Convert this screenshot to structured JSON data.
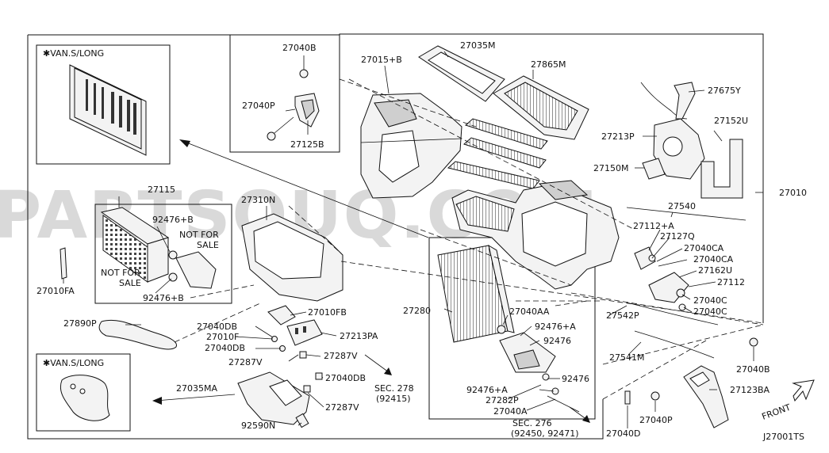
{
  "diagram": {
    "watermark": "PARTSOUQ.COM",
    "figure_code": "J27001TS",
    "front_label": "FRONT",
    "variant_labels": {
      "top": "✱VAN.S/LONG",
      "bottom": "✱VAN.S/LONG"
    },
    "notes": {
      "not_for_sale_1": [
        "NOT FOR",
        "SALE"
      ],
      "not_for_sale_2": [
        "NOT FOR",
        "SALE"
      ]
    },
    "section_refs": {
      "sec278": [
        "SEC. 278",
        "(92415)"
      ],
      "sec276": [
        "SEC. 276",
        "(92450, 92471)"
      ]
    },
    "part_labels": {
      "p27040B_top": "27040B",
      "p27035M": "27035M",
      "p27015B": "27015+B",
      "p27865M": "27865M",
      "p27675Y": "27675Y",
      "p27040P_top": "27040P",
      "p27125B": "27125B",
      "p27213P": "27213P",
      "p27152U": "27152U",
      "p27150M": "27150M",
      "p27010": "27010",
      "p27115": "27115",
      "p27310N": "27310N",
      "p92476B_1": "92476+B",
      "p27540": "27540",
      "p27112A": "27112+A",
      "p27127Q": "27127Q",
      "p27040CA_1": "27040CA",
      "p27040CA_2": "27040CA",
      "p27162U": "27162U",
      "p27112": "27112",
      "p27010FA": "27010FA",
      "p92476B_2": "92476+B",
      "p27040C_1": "27040C",
      "p27040C_2": "27040C",
      "p27280": "27280",
      "p27010FB": "27010FB",
      "p27040AA": "27040AA",
      "p27890P": "27890P",
      "p27040DB_1": "27040DB",
      "p27542P": "27542P",
      "p92476A_1": "92476+A",
      "p27010F": "27010F",
      "p27213PA": "27213PA",
      "p92476_1": "92476",
      "p27040DB_2": "27040DB",
      "p27541M": "27541M",
      "p27287V_1": "27287V",
      "p27287V_2": "27287V",
      "p27040B_bottom": "27040B",
      "p27040DB_3": "27040DB",
      "p92476_2": "92476",
      "p27035MA": "27035MA",
      "p92476A_2": "92476+A",
      "p27123BA": "27123BA",
      "p27282P": "27282P",
      "p27040A": "27040A",
      "p27040P_bottom": "27040P",
      "p92590N": "92590N",
      "p27040D": "27040D"
    }
  }
}
